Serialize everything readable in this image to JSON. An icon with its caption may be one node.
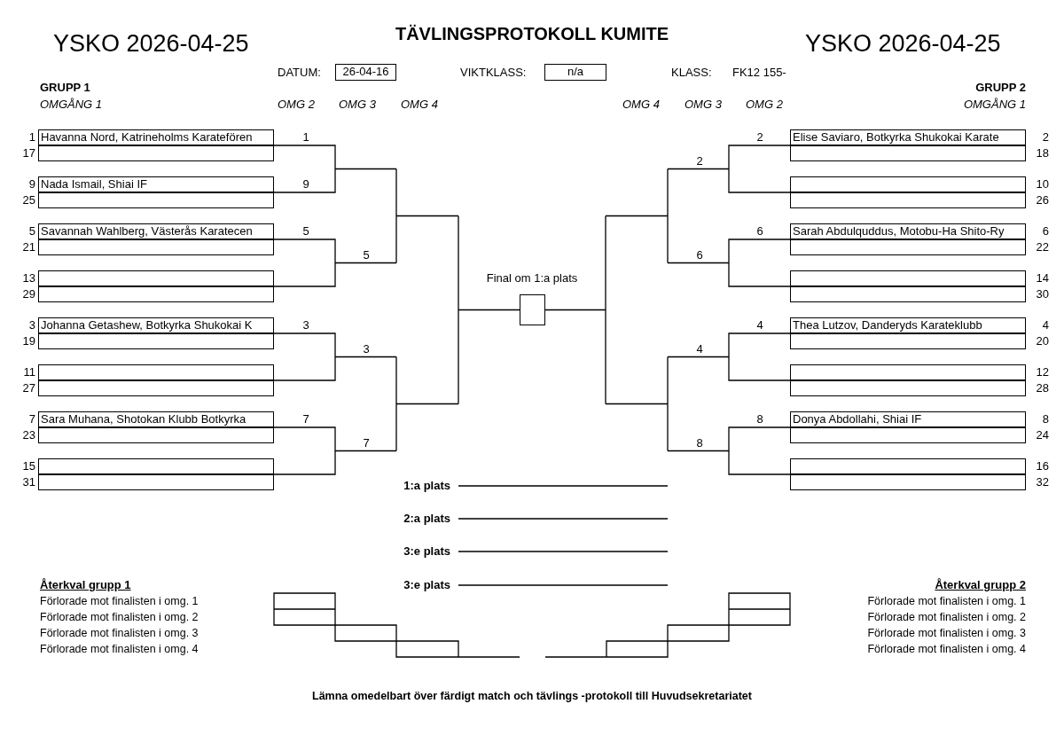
{
  "diagram": {
    "title": "TÄVLINGSPROTOKOLL KUMITE",
    "caption": "Lämna omedelbart över färdigt match och tävlings -protokoll till Huvudsekretariatet",
    "nodes": [
      {
        "text": [
          "26-04-16"
        ]
      },
      {
        "text": [
          "n/a"
        ]
      },
      {
        "text": [
          "Havanna Nord, Katrineholms Karatefören"
        ],
        "beside": [
          "1"
        ]
      },
      {
        "text": [],
        "shape": "box",
        "beside": [
          "17"
        ]
      },
      {
        "text": [
          "Nada Ismail, Shiai IF"
        ],
        "beside": [
          "9"
        ]
      },
      {
        "text": [],
        "shape": "box",
        "beside": [
          "25"
        ]
      },
      {
        "text": [
          "Savannah Wahlberg, Västerås Karatecen"
        ],
        "beside": [
          "5"
        ]
      },
      {
        "text": [],
        "shape": "box",
        "beside": [
          "21"
        ]
      },
      {
        "text": [],
        "shape": "box",
        "beside": [
          "13"
        ]
      },
      {
        "text": [],
        "shape": "box",
        "beside": [
          "29"
        ]
      },
      {
        "text": [
          "Johanna Getashew, Botkyrka Shukokai K"
        ],
        "beside": [
          "3"
        ]
      },
      {
        "text": [],
        "shape": "box",
        "beside": [
          "19"
        ]
      },
      {
        "text": [],
        "shape": "box",
        "beside": [
          "11"
        ]
      },
      {
        "text": [],
        "shape": "box",
        "beside": [
          "27"
        ]
      },
      {
        "text": [
          "Sara Muhana, Shotokan Klubb Botkyrka"
        ],
        "beside": [
          "7"
        ]
      },
      {
        "text": [],
        "shape": "box",
        "beside": [
          "23"
        ]
      },
      {
        "text": [],
        "shape": "box",
        "beside": [
          "15"
        ]
      },
      {
        "text": [],
        "shape": "box",
        "beside": [
          "31"
        ]
      },
      {
        "text": [],
        "shape": "box",
        "beside": [
          "Final om 1:a plats"
        ]
      },
      {
        "text": [
          "Elise Saviaro, Botkyrka Shukokai Karate"
        ],
        "beside": [
          "2"
        ]
      },
      {
        "text": [],
        "shape": "box",
        "beside": [
          "18"
        ]
      },
      {
        "text": [],
        "shape": "box",
        "beside": [
          "10"
        ]
      },
      {
        "text": [],
        "shape": "box",
        "beside": [
          "26"
        ]
      },
      {
        "text": [
          "Sarah Abdulquddus, Motobu-Ha Shito-Ry"
        ],
        "beside": [
          "6"
        ]
      },
      {
        "text": [],
        "shape": "box",
        "beside": [
          "22"
        ]
      },
      {
        "text": [],
        "shape": "box",
        "beside": [
          "14"
        ]
      },
      {
        "text": [],
        "shape": "box",
        "beside": [
          "30"
        ]
      },
      {
        "text": [
          "Thea Lutzov, Danderyds Karateklubb"
        ],
        "beside": [
          "4"
        ]
      },
      {
        "text": [],
        "shape": "box",
        "beside": [
          "20"
        ]
      },
      {
        "text": [],
        "shape": "box",
        "beside": [
          "12"
        ]
      },
      {
        "text": [],
        "shape": "box",
        "beside": [
          "28"
        ]
      },
      {
        "text": [
          "Donya Abdollahi, Shiai IF"
        ],
        "beside": [
          "8"
        ]
      },
      {
        "text": [],
        "shape": "box",
        "beside": [
          "24"
        ]
      },
      {
        "text": [],
        "shape": "box",
        "beside": [
          "16"
        ]
      },
      {
        "text": [],
        "shape": "box",
        "beside": [
          "32"
        ]
      }
    ],
    "labels": [
      "YSKO 2026-04-25",
      "YSKO 2026-04-25",
      "DATUM:",
      "VIKTKLASS:",
      "KLASS:",
      "FK12 155-",
      "GRUPP 1",
      "GRUPP 2",
      "OMGÅNG 1",
      "OMG 2",
      "OMG 3",
      "OMG 4",
      "OMG 4",
      "OMG 3",
      "OMG 2",
      "OMGÅNG 1",
      "1",
      "2",
      "2",
      "9",
      "5",
      "6",
      "5",
      "6",
      "3",
      "4",
      "3",
      "4",
      "7",
      "8",
      "7",
      "8",
      "1:a plats",
      "2:a plats",
      "3:e plats",
      "Återkval grupp 1",
      "3:e plats",
      "Återkval grupp 2",
      "Förlorade mot finalisten i omg. 1",
      "Förlorade mot finalisten i omg. 1",
      "Förlorade mot finalisten i omg. 2",
      "Förlorade mot finalisten i omg. 2",
      "Förlorade mot finalisten i omg. 3",
      "Förlorade mot finalisten i omg. 3",
      "Förlorade mot finalisten i omg. 4",
      "Förlorade mot finalisten i omg. 4"
    ]
  }
}
